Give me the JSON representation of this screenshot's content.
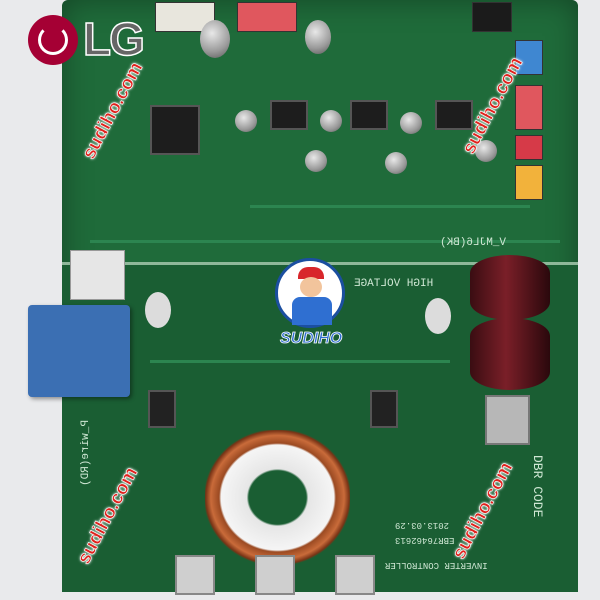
{
  "brand": {
    "logo_text": "LG",
    "logo_color": "#a50034"
  },
  "watermarks": [
    "sudiho.com",
    "sudiho.com",
    "sudiho.com",
    "sudiho.com"
  ],
  "mascot": {
    "label": "SUDIHO"
  },
  "silkscreen": {
    "warning": "HIGH VOLTAGE",
    "net_label": "V_MJL6(BK)",
    "wire_label": "P_wire(RD)",
    "part_code": "DBR CODE",
    "date": "2013.03.29",
    "board_id": "EBR76462613",
    "inverter": "INVERTER CONTROLLER"
  },
  "colors": {
    "pcb": "#1f6b3a",
    "watermark": "#e0211c",
    "capacitor": "#7a1f28",
    "relay": "#3b6fb3"
  }
}
